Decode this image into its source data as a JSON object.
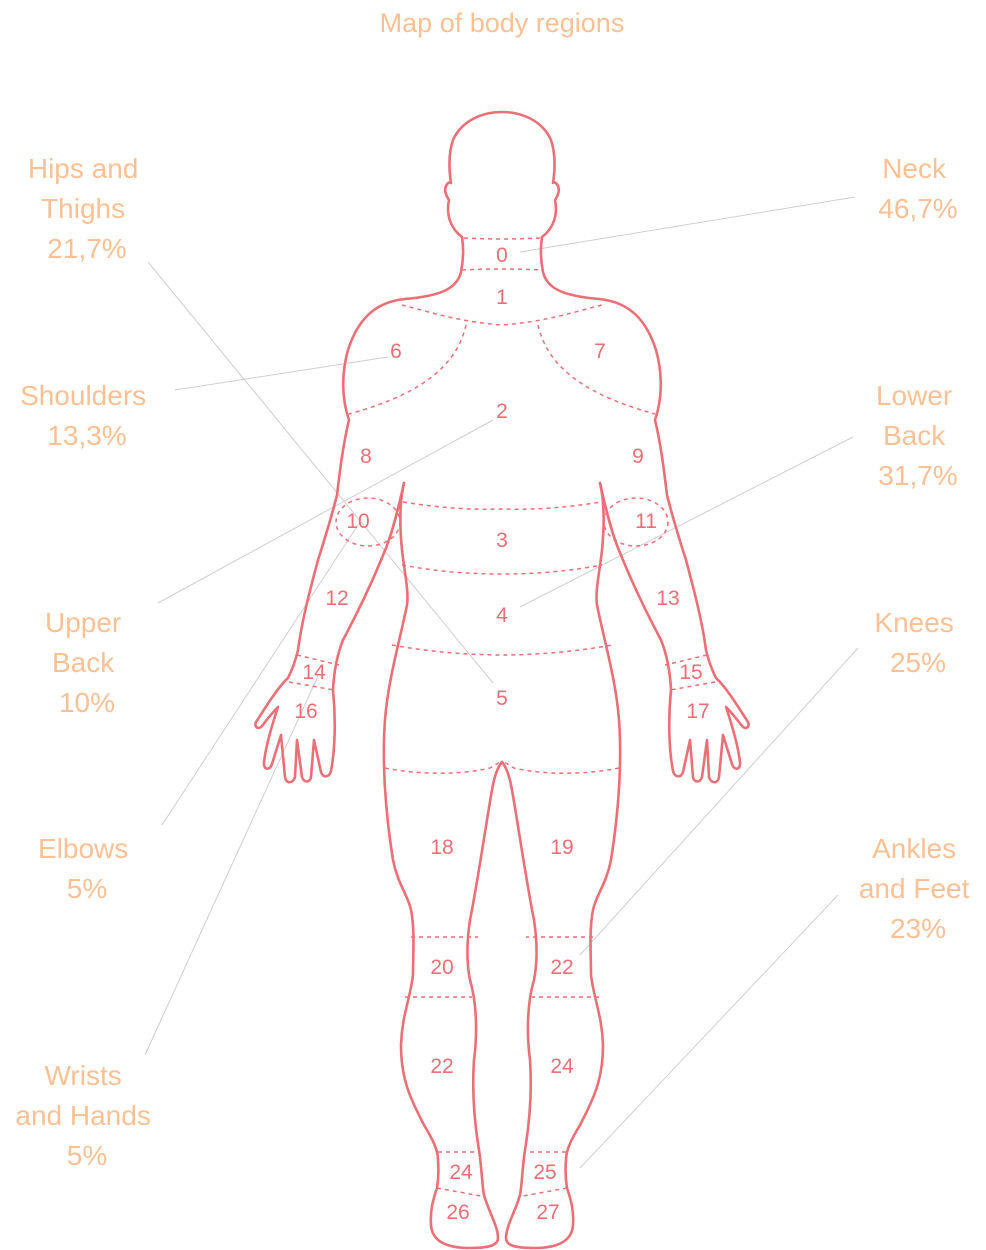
{
  "title": "Map of body regions",
  "colors": {
    "label": "#fbc094",
    "outline": "#ea6f76",
    "leader": "#cfcfcf",
    "background": "#ffffff"
  },
  "left_labels": [
    {
      "id": "hips",
      "lines": [
        "Hips and",
        "Thighs"
      ],
      "value": "21,7%"
    },
    {
      "id": "shoulders",
      "lines": [
        "Shoulders"
      ],
      "value": "13,3%"
    },
    {
      "id": "upper-back",
      "lines": [
        "Upper",
        "Back"
      ],
      "value": "10%"
    },
    {
      "id": "elbows",
      "lines": [
        "Elbows"
      ],
      "value": "5%"
    },
    {
      "id": "wrists",
      "lines": [
        "Wrists",
        "and Hands"
      ],
      "value": "5%"
    }
  ],
  "right_labels": [
    {
      "id": "neck",
      "lines": [
        "Neck"
      ],
      "value": "46,7%"
    },
    {
      "id": "lower-back",
      "lines": [
        "Lower",
        "Back"
      ],
      "value": "31,7%"
    },
    {
      "id": "knees",
      "lines": [
        "Knees"
      ],
      "value": "25%"
    },
    {
      "id": "ankles",
      "lines": [
        "Ankles",
        "and Feet"
      ],
      "value": "23%"
    }
  ],
  "region_numbers": [
    "0",
    "1",
    "2",
    "3",
    "4",
    "5",
    "6",
    "7",
    "8",
    "9",
    "10",
    "11",
    "12",
    "13",
    "14",
    "15",
    "16",
    "17",
    "18",
    "19",
    "20",
    "22",
    "22",
    "24",
    "24",
    "25",
    "26",
    "27"
  ]
}
